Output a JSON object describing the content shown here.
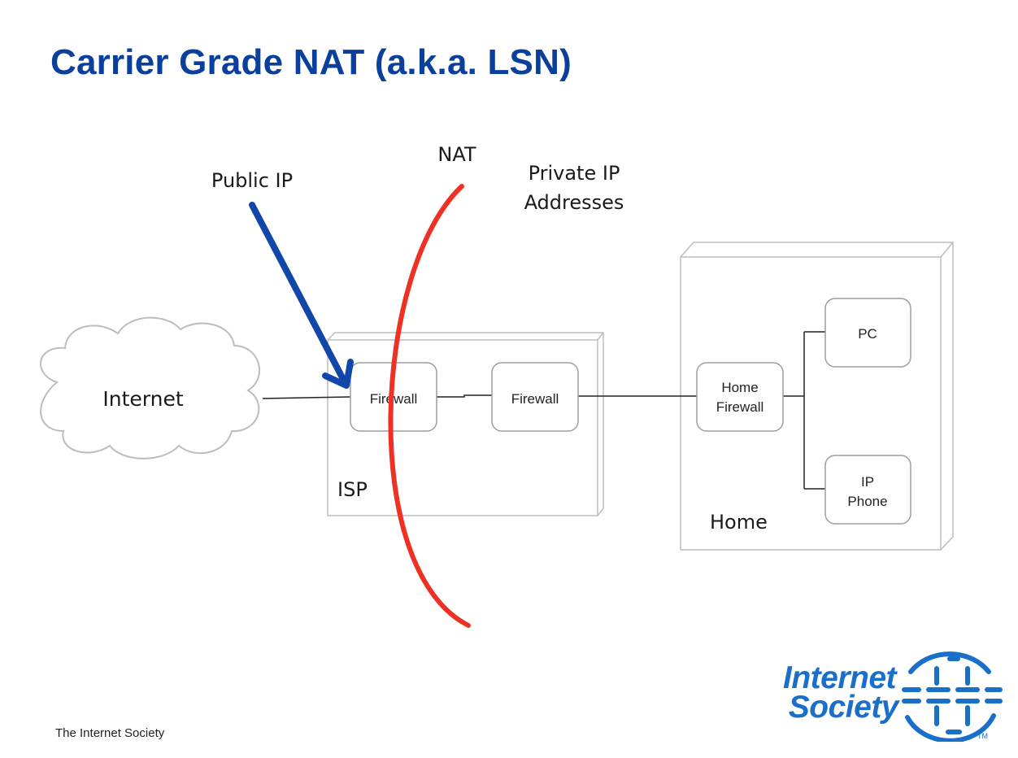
{
  "slide": {
    "title": "Carrier Grade NAT (a.k.a. LSN)",
    "footer": "The Internet Society"
  },
  "diagram": {
    "labels": {
      "nat": "NAT",
      "public_ip": "Public IP",
      "private_ip_line1": "Private IP",
      "private_ip_line2": "Addresses"
    },
    "internet": "Internet",
    "isp": {
      "label": "ISP",
      "firewall_1": "Firewall",
      "firewall_2": "Firewall"
    },
    "home": {
      "label": "Home",
      "firewall_line1": "Home",
      "firewall_line2": "Firewall",
      "pc": "PC",
      "phone_line1": "IP",
      "phone_line2": "Phone"
    },
    "colors": {
      "nat_curve": "#ee3124",
      "public_ip_arrow": "#1147a8",
      "title": "#0b3f9c"
    }
  },
  "logo": {
    "line1": "Internet",
    "line2": "Society",
    "trademark": "TM"
  }
}
